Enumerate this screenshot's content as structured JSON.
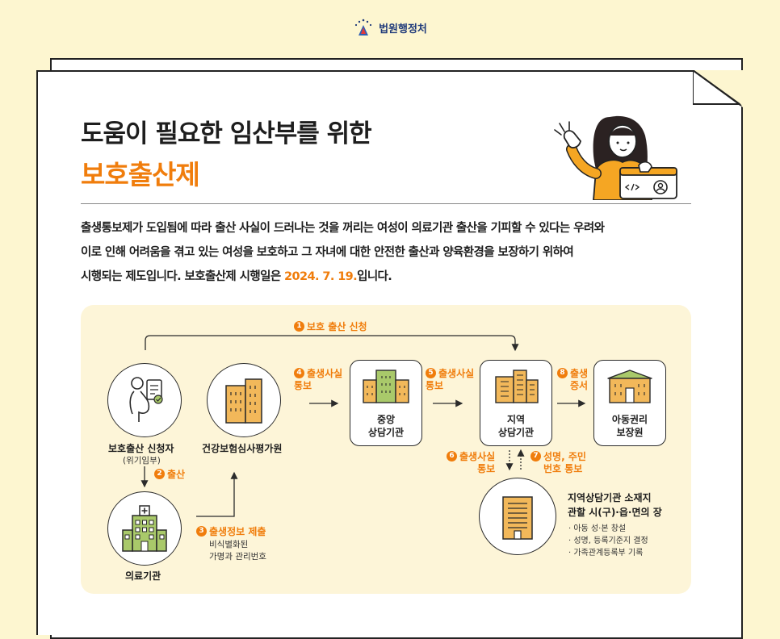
{
  "header": {
    "org_name": "법원행정처"
  },
  "title": {
    "line1": "도움이 필요한 임산부를 위한",
    "line2": "보호출산제"
  },
  "intro": {
    "line1": "출생통보제가 도입됨에 따라 출산 사실이 드러나는 것을 꺼리는 여성이 의료기관 출산을 기피할 수 있다는 우려와",
    "line2": "이로 인해 어려움을 겪고 있는 여성을 보호하고 그 자녀에 대한 안전한 출산과 양육환경을 보장하기 위하여",
    "line3_pre": "시행되는 제도입니다. 보호출산제 시행일은 ",
    "line3_date": "2024. 7. 19.",
    "line3_post": "입니다."
  },
  "colors": {
    "accent": "#f07d0c",
    "panel_bg": "#fdf5d8",
    "page_bg": "#fdf6d0",
    "building": "#f2b85a",
    "hospital": "#a9c96a"
  },
  "diagram": {
    "nodes": {
      "applicant": {
        "label": "보호출산 신청자",
        "sub": "(위기임부)",
        "icon": "pregnant-woman-icon"
      },
      "hira": {
        "label": "건강보험심사평가원",
        "icon": "office-building-icon"
      },
      "hospital": {
        "label": "의료기관",
        "icon": "hospital-icon"
      },
      "central": {
        "label_1": "중앙",
        "label_2": "상담기관",
        "icon": "building-icon"
      },
      "regional": {
        "label_1": "지역",
        "label_2": "상담기관",
        "icon": "building-icon"
      },
      "child_rights": {
        "label_1": "아동권리",
        "label_2": "보장원",
        "icon": "institution-icon"
      },
      "local_gov": {
        "title_1": "지역상담기관 소재지",
        "title_2": "관할 시(구)·읍·면의 장",
        "items": [
          "· 아동 성·본 창설",
          "· 성명, 등록기준지 결정",
          "· 가족관계등록부 기록"
        ],
        "icon": "government-building-icon"
      }
    },
    "steps": {
      "s1": {
        "num": "1",
        "label": "보호 출산 신청"
      },
      "s2": {
        "num": "2",
        "label": "출산"
      },
      "s3": {
        "num": "3",
        "label": "출생정보 제출",
        "note_1": "비식별화된",
        "note_2": "가명과 관리번호"
      },
      "s4": {
        "num": "4",
        "label_1": "출생사실",
        "label_2": "통보"
      },
      "s5": {
        "num": "5",
        "label_1": "출생사실",
        "label_2": "통보"
      },
      "s6": {
        "num": "6",
        "label_1": "출생사실",
        "label_2": "통보"
      },
      "s7": {
        "num": "7",
        "label_1": "성명, 주민",
        "label_2": "번호 통보"
      },
      "s8": {
        "num": "8",
        "label_1": "출생",
        "label_2": "증서"
      }
    }
  }
}
